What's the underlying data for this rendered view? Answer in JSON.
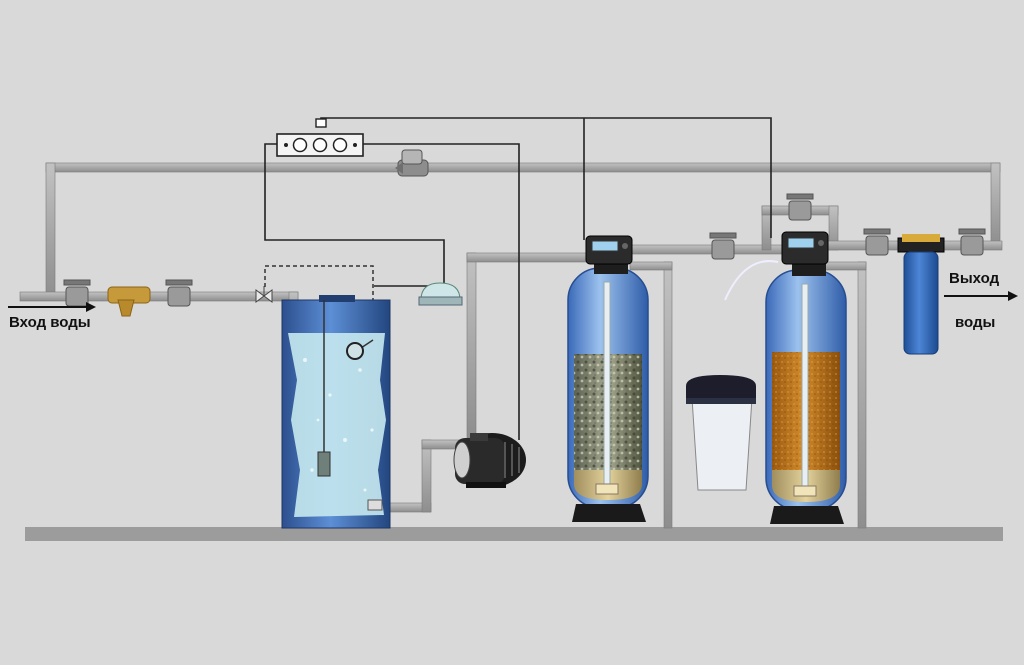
{
  "labels": {
    "inlet": "Вход воды",
    "outlet_line1": "Выход",
    "outlet_line2": "воды"
  },
  "colors": {
    "background": "#d9d9d9",
    "pipe": "#a3a3a3",
    "wire": "#222222",
    "tank_body": "#3f6fb8",
    "water": "#bfe4ec",
    "filter_media_gravel": "#8a8f78",
    "filter_media_orange": "#b8741f",
    "cartridge_blue": "#2f67b9"
  },
  "icons": [
    "outlet-strip-icon",
    "check-valve-icon",
    "float-switch-icon",
    "pressure-switch-icon",
    "pump-icon",
    "valve-icon",
    "mesh-strainer-icon",
    "control-head-icon",
    "brine-tank-icon",
    "cartridge-filter-icon",
    "arrow-icon"
  ]
}
